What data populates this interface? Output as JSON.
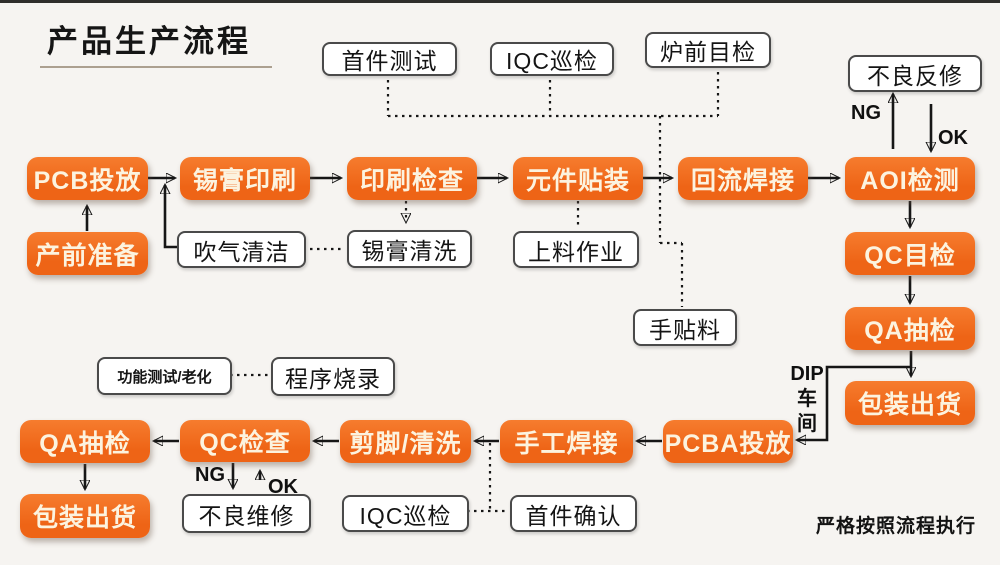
{
  "title": "产品生产流程",
  "footer_note": "严格按照流程执行",
  "colors": {
    "box_orange": "#ee6416",
    "box_orange_light": "#f67c2e",
    "box_text": "#fcf3df",
    "line": "#161616"
  },
  "labels": {
    "ng_top": "NG",
    "ok_top": "OK",
    "ng_bottom": "NG",
    "ok_bottom": "OK",
    "dip_workshop": [
      "DIP",
      "车",
      "间"
    ]
  },
  "nodes": {
    "shoujian_ceshi": {
      "label": "首件测试"
    },
    "iqc_xunjian_top": {
      "label": "IQC巡检"
    },
    "luqian_mujian": {
      "label": "炉前目检"
    },
    "buliang_fanxiu": {
      "label": "不良反修"
    },
    "pcb_toufang": {
      "label": "PCB投放"
    },
    "xigao_yinshua": {
      "label": "锡膏印刷"
    },
    "yinshua_jiancha": {
      "label": "印刷检查"
    },
    "yuanjian_tiezhuang": {
      "label": "元件贴装"
    },
    "huiliu_hanjie": {
      "label": "回流焊接"
    },
    "aoi_jiance": {
      "label": "AOI检测"
    },
    "chanqian_zhunbei": {
      "label": "产前准备"
    },
    "chuiqi_qingjie": {
      "label": "吹气清洁"
    },
    "xigao_qingxi": {
      "label": "锡膏清洗"
    },
    "shangliao_zuoye": {
      "label": "上料作业"
    },
    "shoutieliao": {
      "label": "手贴料"
    },
    "qc_mujian": {
      "label": "QC目检"
    },
    "qa_choujian_right": {
      "label": "QA抽检"
    },
    "baozhuang_chuhuo_right": {
      "label": "包装出货"
    },
    "gongneng_ceshi_laohua": {
      "label": "功能测试/老化"
    },
    "chengxu_shaolu": {
      "label": "程序烧录"
    },
    "qa_choujian_bottom": {
      "label": "QA抽检"
    },
    "qc_jiancha": {
      "label": "QC检查"
    },
    "jianjiao_qingxi": {
      "label": "剪脚/清洗"
    },
    "shougong_hanjie": {
      "label": "手工焊接"
    },
    "pcba_toufang": {
      "label": "PCBA投放"
    },
    "baozhuang_chuhuo_bottom": {
      "label": "包装出货"
    },
    "buliang_weixiu": {
      "label": "不良维修"
    },
    "iqc_xunjian_bottom": {
      "label": "IQC巡检"
    },
    "shoujian_queren": {
      "label": "首件确认"
    }
  }
}
